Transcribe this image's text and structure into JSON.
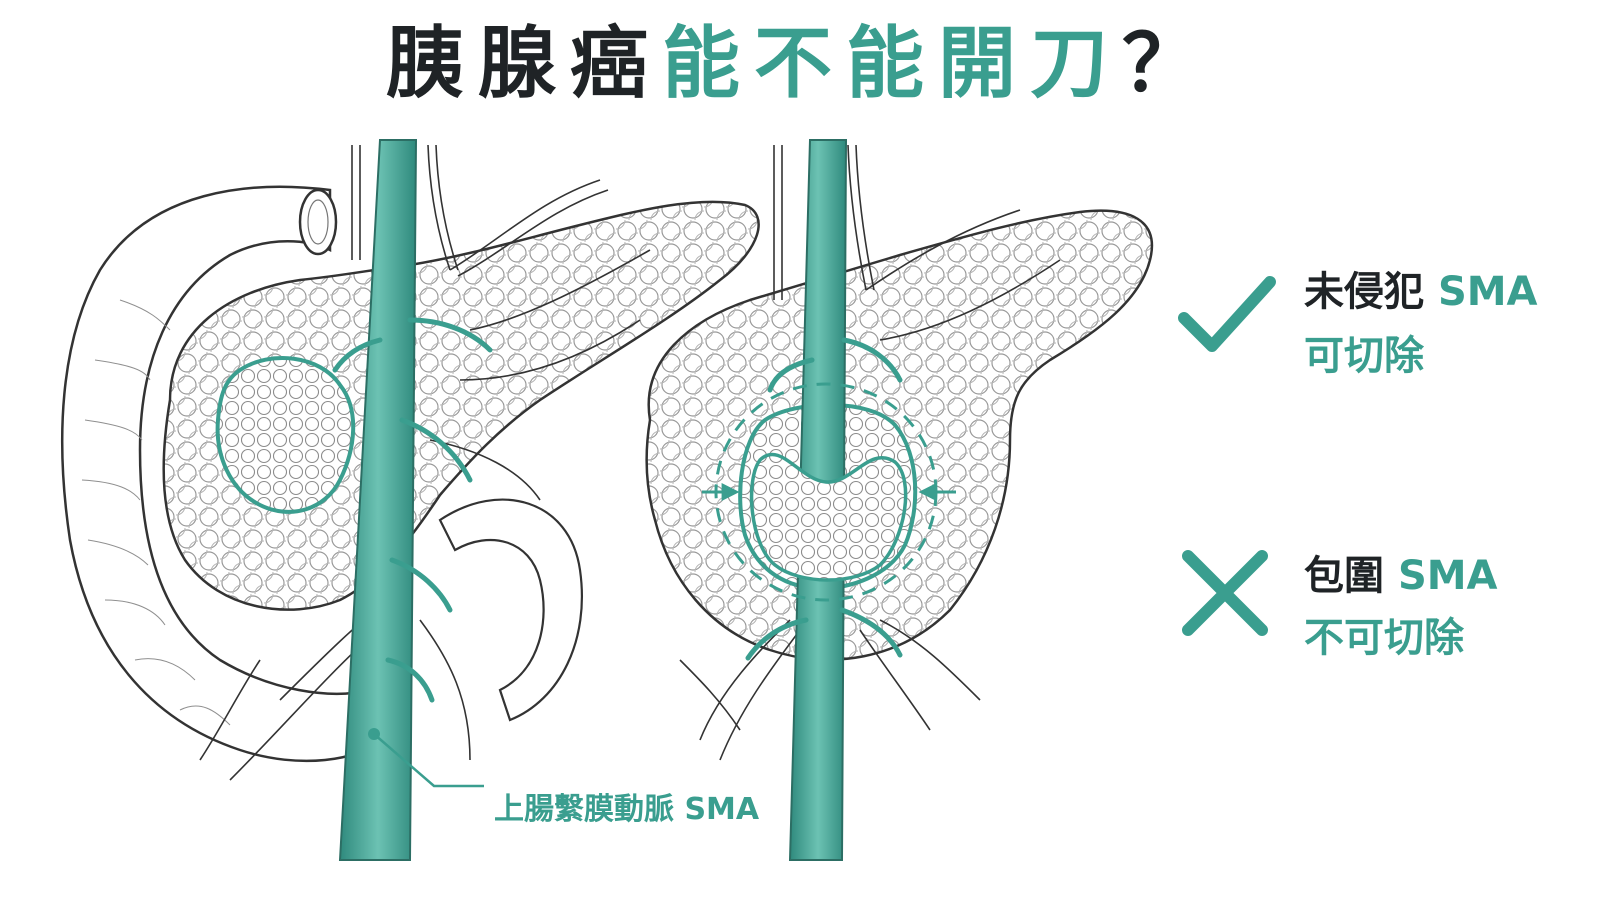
{
  "title": {
    "part1": "胰腺癌",
    "part2": "能不能開刀",
    "part3": "？"
  },
  "legend": {
    "resectable": {
      "icon": "check-icon",
      "line1_cn": "未侵犯",
      "line1_sma": "SMA",
      "line2": "可切除"
    },
    "unresectable": {
      "icon": "x-icon",
      "line1_cn": "包圍",
      "line1_sma": "SMA",
      "line2": "不可切除"
    }
  },
  "sma_label": "上腸繫膜動脈 SMA",
  "colors": {
    "accent": "#3a9e8f",
    "dark_text": "#1f2326",
    "line": "#333333",
    "tissue": "#ffffff"
  }
}
